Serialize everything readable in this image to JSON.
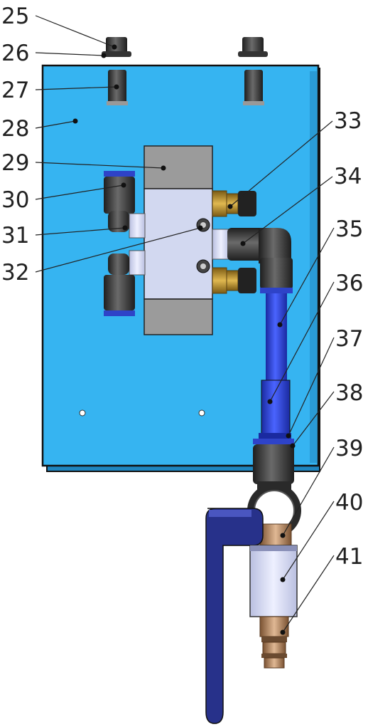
{
  "colors": {
    "panel": "#36b4f1",
    "panel_edge": "#1f86c0",
    "valve_grey": "#9b9b9b",
    "valve_body": "#d2d8f0",
    "fitting_dark": "#3a3a3a",
    "brass": "#b8923a",
    "tube_blue": "#2e43c8",
    "handle_navy": "#27318a",
    "bronze": "#b7906a"
  },
  "callouts": [
    {
      "id": "25",
      "text": "25"
    },
    {
      "id": "26",
      "text": "26"
    },
    {
      "id": "27",
      "text": "27"
    },
    {
      "id": "28",
      "text": "28"
    },
    {
      "id": "29",
      "text": "29"
    },
    {
      "id": "30",
      "text": "30"
    },
    {
      "id": "31",
      "text": "31"
    },
    {
      "id": "32",
      "text": "32"
    },
    {
      "id": "33",
      "text": "33"
    },
    {
      "id": "34",
      "text": "34"
    },
    {
      "id": "35",
      "text": "35"
    },
    {
      "id": "36",
      "text": "36"
    },
    {
      "id": "37",
      "text": "37"
    },
    {
      "id": "38",
      "text": "38"
    },
    {
      "id": "39",
      "text": "39"
    },
    {
      "id": "40",
      "text": "40"
    },
    {
      "id": "41",
      "text": "41"
    }
  ]
}
